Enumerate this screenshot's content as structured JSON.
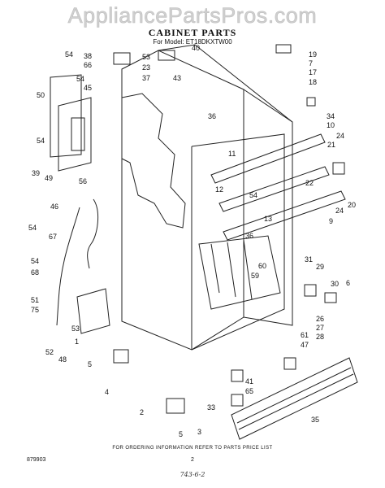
{
  "watermark": "AppliancePartsPros.com",
  "title": "CABINET PARTS",
  "model": "For Model: ET18DKXTW00",
  "footer_note": "FOR ORDERING INFORMATION REFER TO PARTS PRICE LIST",
  "doc_code": "879903",
  "page_number": "2",
  "handwritten": "743-6-2",
  "callouts": [
    "54",
    "38",
    "66",
    "45",
    "54",
    "50",
    "54",
    "39",
    "49",
    "56",
    "46",
    "54",
    "67",
    "54",
    "68",
    "51",
    "75",
    "53",
    "52",
    "48",
    "1",
    "5",
    "4",
    "2",
    "5",
    "3",
    "65",
    "41",
    "33",
    "35",
    "53",
    "23",
    "37",
    "40",
    "43",
    "36",
    "19",
    "7",
    "17",
    "18",
    "34",
    "10",
    "24",
    "21",
    "20",
    "24",
    "11",
    "12",
    "54",
    "13",
    "9",
    "36",
    "59",
    "60",
    "31",
    "29",
    "30",
    "6",
    "26",
    "27",
    "28",
    "61",
    "47",
    "22"
  ]
}
